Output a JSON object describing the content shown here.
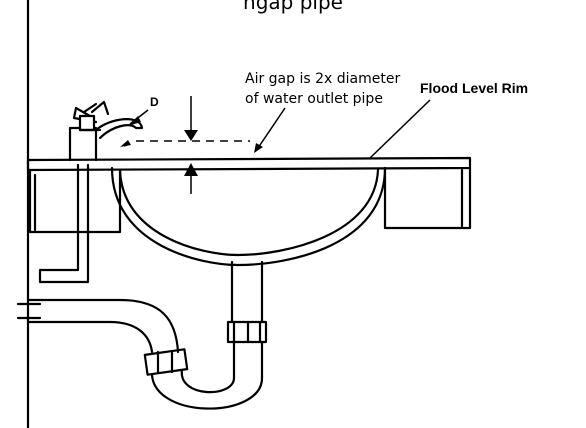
{
  "diagram": {
    "title_fragment": "ngap pipe",
    "airgap_note_line1": "Air gap is 2x diameter",
    "airgap_note_line2": "of water outlet pipe",
    "flood_level_label": "Flood Level Rim",
    "diameter_label": "D"
  },
  "colors": {
    "line": "#000000",
    "background": "#ffffff"
  }
}
